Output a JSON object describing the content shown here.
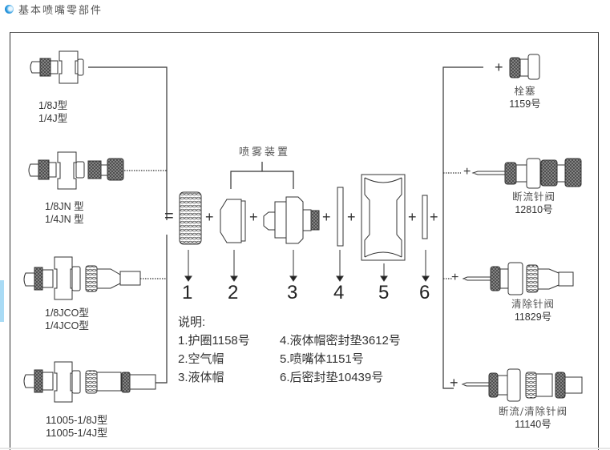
{
  "header": {
    "icon": "blue-bullet-icon",
    "title": "基本喷嘴零部件"
  },
  "left_parts": [
    {
      "lines": [
        "1/8J型",
        "1/4J型"
      ]
    },
    {
      "lines": [
        "1/8JN 型",
        "1/4JN 型"
      ]
    },
    {
      "lines": [
        "1/8JCO型",
        "1/4JCO型"
      ]
    },
    {
      "lines": [
        "11005-1/8J型",
        "11005-1/4J型"
      ]
    }
  ],
  "spray_setup_label": "喷雾装置",
  "part_numbers": [
    "1",
    "2",
    "3",
    "4",
    "5",
    "6"
  ],
  "symbols": {
    "equals": "=",
    "plus": "+"
  },
  "legend": {
    "title": "说明:",
    "items": [
      "1.护圈1158号",
      "2.空气帽",
      "3.液体帽",
      "4.液体帽密封垫3612号",
      "5.喷嘴体1151号",
      "6.后密封垫10439号"
    ]
  },
  "right_parts": [
    {
      "name": "栓塞",
      "code": "1159号"
    },
    {
      "name": "断流针阀",
      "code": "12810号"
    },
    {
      "name": "清除针阀",
      "code": "11829号"
    },
    {
      "name": "断流/清除针阀",
      "code": "11140号"
    }
  ]
}
